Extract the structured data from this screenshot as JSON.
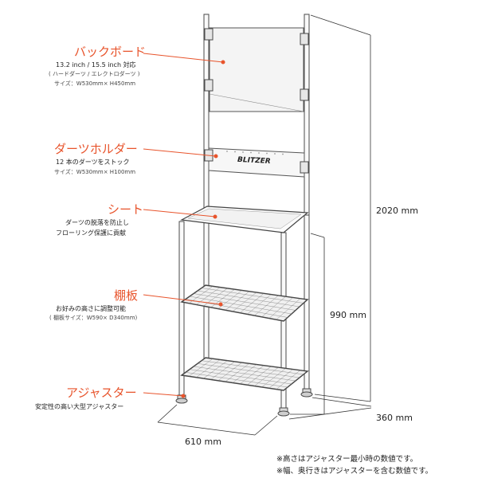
{
  "callouts": {
    "backboard": {
      "title": "バックボード",
      "line1": "13.2 inch / 15.5 inch 対応",
      "line2": "( ハードダーツ / エレクトロダーツ )",
      "line3": "サイズ：W530mm× H450mm"
    },
    "dart_holder": {
      "title": "ダーツホルダー",
      "line1": "12 本のダーツをストック",
      "line2": "サイズ：W530mm× H100mm"
    },
    "sheet": {
      "title": "シート",
      "line1": "ダーツの脱落を防止し",
      "line2": "フローリング保護に貢献"
    },
    "shelf": {
      "title": "棚板",
      "line1": "お好みの高さに調整可能",
      "line2": "( 棚板サイズ：W590× D340mm)"
    },
    "adjuster": {
      "title": "アジャスター",
      "line1": "安定性の高い大型アジャスター"
    }
  },
  "dimensions": {
    "total_height": "2020 mm",
    "shelf_height": "990 mm",
    "depth": "360 mm",
    "width": "610 mm"
  },
  "brand": {
    "logo_text": "BLITZER"
  },
  "notes": {
    "line1": "※高さはアジャスター最小時の数値です。",
    "line2": "※幅、奥行きはアジャスターを含む数値です。"
  },
  "colors": {
    "accent": "#e8542c",
    "line": "#444444"
  }
}
